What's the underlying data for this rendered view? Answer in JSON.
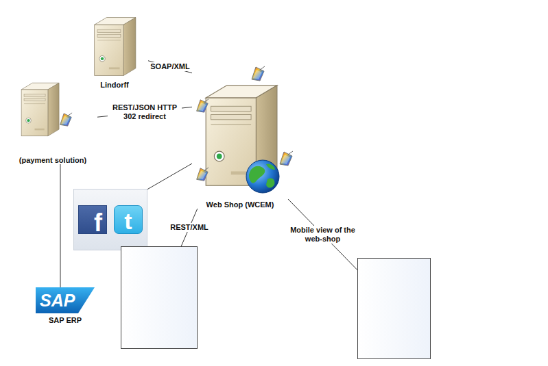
{
  "diagram": {
    "nodes": [
      {
        "text": [
          "Lindorff"
        ]
      },
      {
        "text": [
          "(payment solution)"
        ]
      },
      {
        "text": [
          "Web Shop (WCEM)"
        ]
      },
      {
        "text": [
          "f",
          "t"
        ]
      },
      {
        "text": []
      },
      {
        "text": []
      },
      {
        "text": [
          "SAP",
          "SAP ERP"
        ]
      }
    ],
    "edges": [
      {
        "from": 0,
        "to": 2,
        "label": "SOAP/XML",
        "arrow": "none"
      },
      {
        "from": 1,
        "to": 2,
        "label": "REST/JSON HTTP 302 redirect",
        "arrow": "none"
      },
      {
        "from": 3,
        "to": 2,
        "arrow": "none"
      },
      {
        "from": 4,
        "to": 2,
        "label": "REST/XML",
        "arrow": "none"
      },
      {
        "from": 5,
        "to": 2,
        "label": "Mobile view of the web-shop",
        "arrow": "none"
      },
      {
        "from": 1,
        "to": 6,
        "arrow": "none"
      }
    ]
  }
}
